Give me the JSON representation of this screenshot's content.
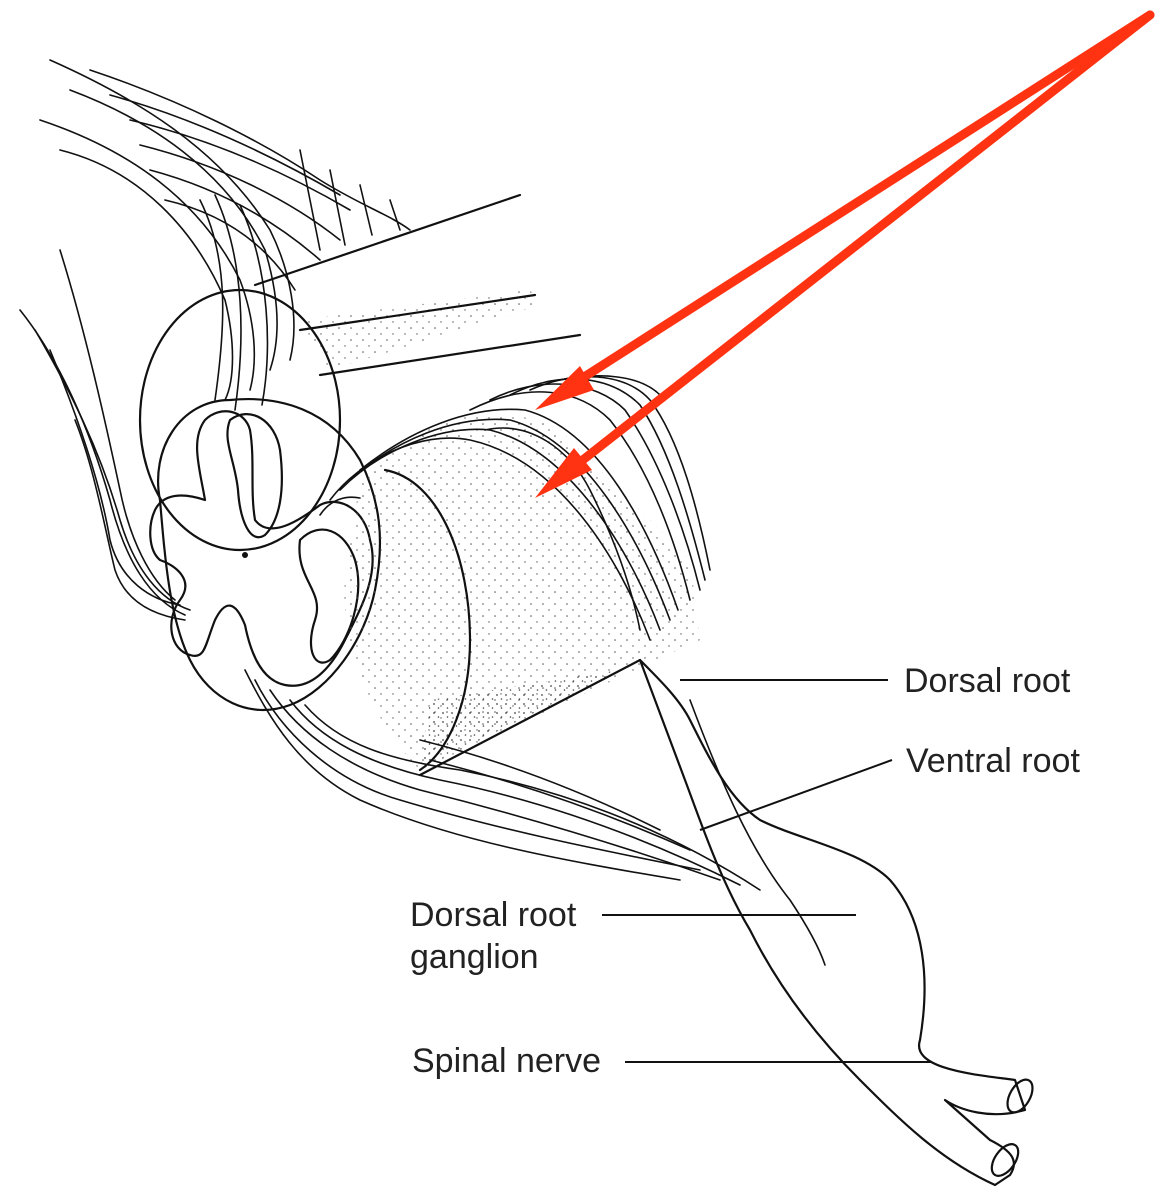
{
  "colors": {
    "background": "#ffffff",
    "line": "#111111",
    "stipple": "#444444",
    "arrow": "#ff3311",
    "label_text": "#222222"
  },
  "labels": {
    "dorsal_root": "Dorsal root",
    "ventral_root": "Ventral root",
    "dorsal_root_ganglion_line1": "Dorsal root",
    "dorsal_root_ganglion_line2": "ganglion",
    "spinal_nerve": "Spinal nerve"
  }
}
